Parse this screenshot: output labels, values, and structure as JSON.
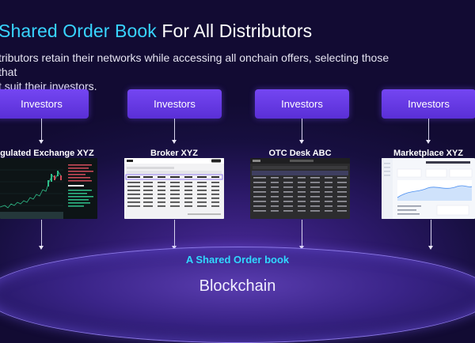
{
  "header": {
    "title_highlight": "Shared Order Book",
    "title_rest": " For All Distributors",
    "subtitle_line1": "tributors retain their networks while accessing all onchain offers, selecting those that",
    "subtitle_line2": "t suit their investors."
  },
  "investors": [
    {
      "label": "Investors"
    },
    {
      "label": "Investors"
    },
    {
      "label": "Investors"
    },
    {
      "label": "Investors"
    }
  ],
  "distributors": [
    {
      "name": "egulated Exchange XYZ"
    },
    {
      "name": "Broker XYZ"
    },
    {
      "name": "OTC Desk ABC"
    },
    {
      "name": "Marketplace XYZ"
    }
  ],
  "order_book_label": "A Shared Order book",
  "blockchain_label": "Blockchain",
  "colors": {
    "accent_cyan": "#38d4ff",
    "button_purple": "#6a3cf0",
    "background": "#170f40"
  }
}
